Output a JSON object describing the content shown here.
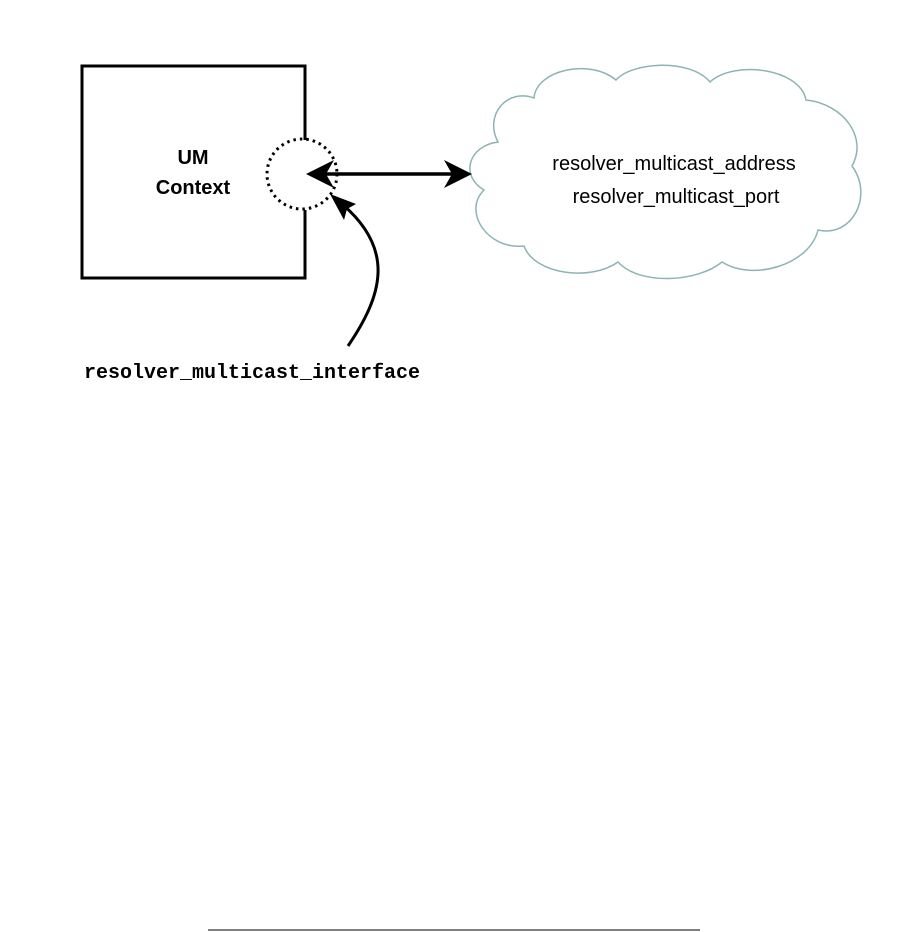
{
  "context_box": {
    "line1": "UM",
    "line2": "Context"
  },
  "cloud": {
    "line1": "resolver_multicast_address",
    "line2": "resolver_multicast_port",
    "stroke_color": "#8fb3b3"
  },
  "interface_label": "resolver_multicast_interface",
  "arrow": {
    "direction": "bidirectional"
  },
  "colors": {
    "stroke": "#000000",
    "background": "#ffffff"
  }
}
